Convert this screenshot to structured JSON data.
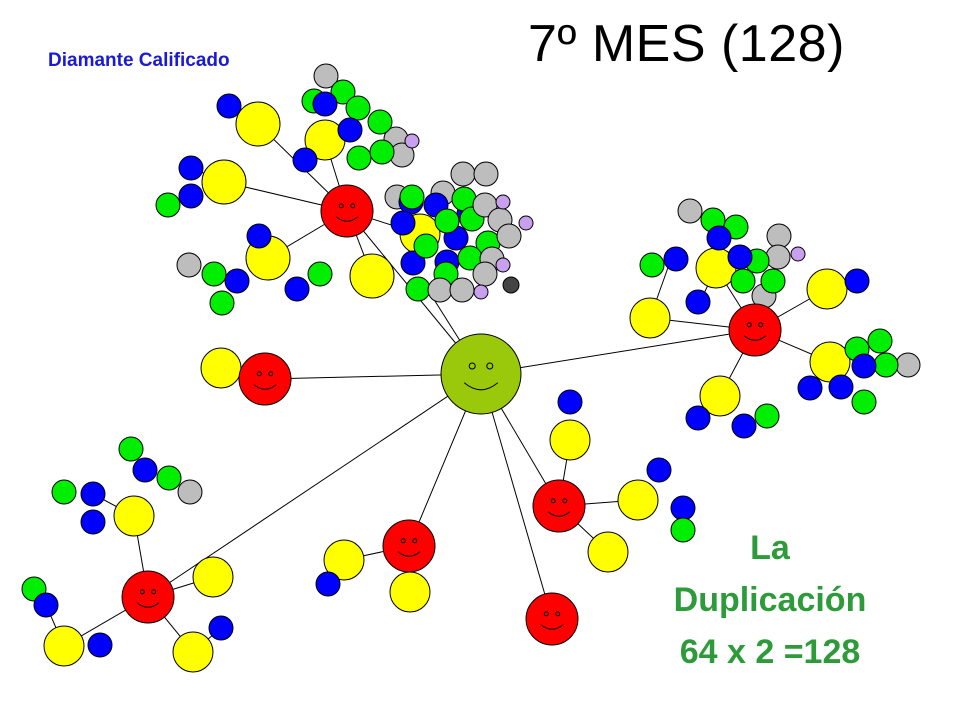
{
  "title": "7º MES (128)",
  "subtitle": "Diamante Calificado",
  "caption": [
    "La",
    "Duplicación",
    "64 x 2 =128"
  ],
  "colors": {
    "title": "#000000",
    "subtitle": "#1a1ad6",
    "caption": "#2e9b3a",
    "root": "#99c90a",
    "level1": "#ff0000",
    "level2": "#ffff00",
    "level3": "#0000ff",
    "level4": "#00ee00",
    "level5": "#bdbdbd",
    "level6": "#c9a0ee",
    "level7": "#444444",
    "stroke": "#000000"
  },
  "legend_node_types": [
    "root-smiley",
    "red-smiley",
    "yellow",
    "blue",
    "green",
    "gray",
    "lilac",
    "dark"
  ]
}
